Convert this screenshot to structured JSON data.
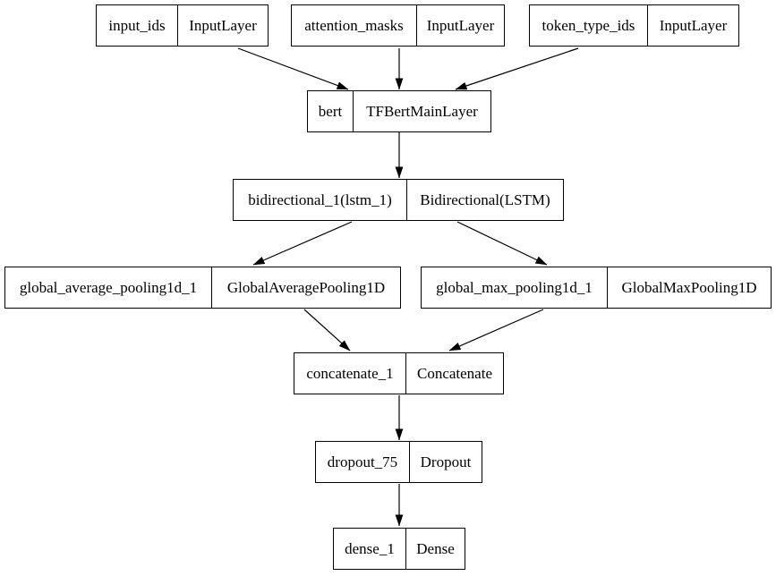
{
  "diagram": {
    "kind": "keras-model-architecture-graph",
    "colors": {
      "background": "#ffffff",
      "node_border": "#000000",
      "node_fill": "#ffffff",
      "edge": "#000000",
      "text": "#000000"
    },
    "nodes": [
      {
        "id": "input_ids",
        "name": "input_ids",
        "type": "InputLayer"
      },
      {
        "id": "attention_masks",
        "name": "attention_masks",
        "type": "InputLayer"
      },
      {
        "id": "token_type_ids",
        "name": "token_type_ids",
        "type": "InputLayer"
      },
      {
        "id": "bert",
        "name": "bert",
        "type": "TFBertMainLayer"
      },
      {
        "id": "bidirectional_1",
        "name": "bidirectional_1(lstm_1)",
        "type": "Bidirectional(LSTM)"
      },
      {
        "id": "gap1d_1",
        "name": "global_average_pooling1d_1",
        "type": "GlobalAveragePooling1D"
      },
      {
        "id": "gmp1d_1",
        "name": "global_max_pooling1d_1",
        "type": "GlobalMaxPooling1D"
      },
      {
        "id": "concatenate_1",
        "name": "concatenate_1",
        "type": "Concatenate"
      },
      {
        "id": "dropout_75",
        "name": "dropout_75",
        "type": "Dropout"
      },
      {
        "id": "dense_1",
        "name": "dense_1",
        "type": "Dense"
      }
    ],
    "edges": [
      {
        "from": "input_ids",
        "to": "bert"
      },
      {
        "from": "attention_masks",
        "to": "bert"
      },
      {
        "from": "token_type_ids",
        "to": "bert"
      },
      {
        "from": "bert",
        "to": "bidirectional_1"
      },
      {
        "from": "bidirectional_1",
        "to": "gap1d_1"
      },
      {
        "from": "bidirectional_1",
        "to": "gmp1d_1"
      },
      {
        "from": "gap1d_1",
        "to": "concatenate_1"
      },
      {
        "from": "gmp1d_1",
        "to": "concatenate_1"
      },
      {
        "from": "concatenate_1",
        "to": "dropout_75"
      },
      {
        "from": "dropout_75",
        "to": "dense_1"
      }
    ]
  }
}
